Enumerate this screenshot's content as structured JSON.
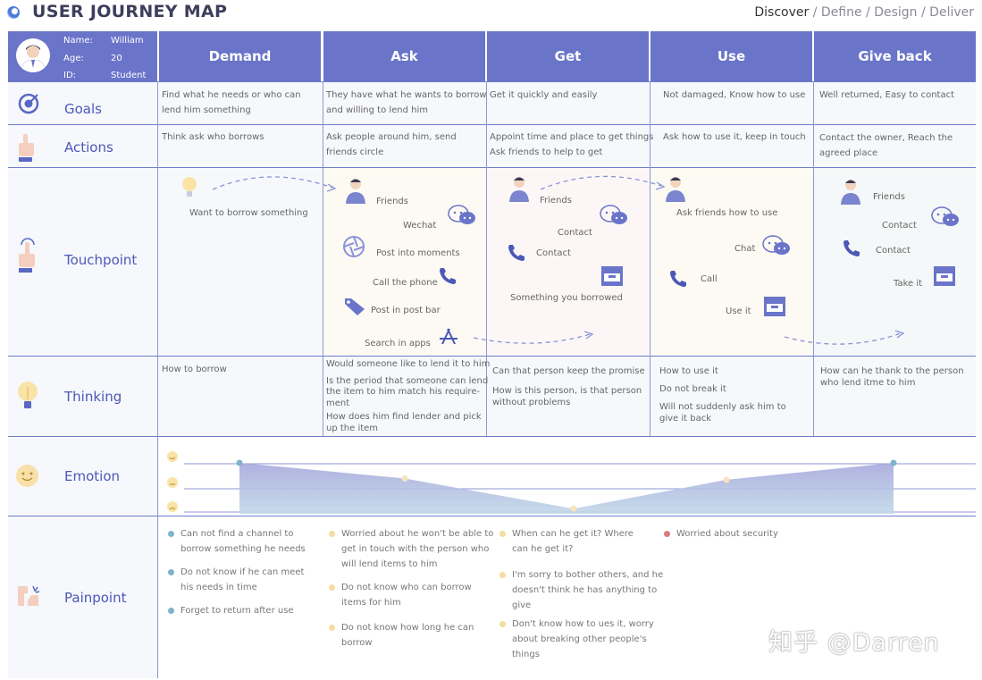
{
  "header": {
    "title": "USER JOURNEY MAP",
    "phases": [
      "Discover",
      "Define",
      "Design",
      "Deliver"
    ],
    "phase_sep": " / "
  },
  "profile": {
    "name_label": "Name:",
    "name": "William",
    "age_label": "Age:",
    "age": "20",
    "id_label": "ID:",
    "id": "Student"
  },
  "stages": [
    "Demand",
    "Ask",
    "Get",
    "Use",
    "Give back"
  ],
  "rows": {
    "goals": "Goals",
    "actions": "Actions",
    "touchpoint": "Touchpoint",
    "thinking": "Thinking",
    "emotion": "Emotion",
    "painpoint": "Painpoint"
  },
  "goals": [
    [
      "Find what he needs or who can",
      "lend him something"
    ],
    [
      "They have what he wants to borrow",
      "and willing to lend him"
    ],
    [
      "Get it quickly and easily"
    ],
    [
      "Not damaged, Know how to use"
    ],
    [
      "Well returned, Easy to contact"
    ]
  ],
  "actions": [
    [
      "Think ask who borrows"
    ],
    [
      "Ask people around him, send",
      "friends circle"
    ],
    [
      "Appoint time and place to get things",
      "Ask friends to help to get"
    ],
    [
      "Ask how to use it, keep in touch"
    ],
    [
      "Contact the owner, Reach the",
      "agreed place"
    ]
  ],
  "touchpoints": {
    "demand": [
      "Want to borrow something"
    ],
    "ask": [
      "Friends",
      "Wechat",
      "Post  into moments",
      "Call the phone",
      "Post in post bar",
      "Search in apps"
    ],
    "get": [
      "Friends",
      "Contact",
      "Contact",
      "Something you borrowed"
    ],
    "use": [
      "Ask friends how to use",
      "Chat",
      "Call",
      "Use it"
    ],
    "giveback": [
      "Friends",
      "Contact",
      "Contact",
      "Take it"
    ]
  },
  "thinking": [
    [
      "How to borrow"
    ],
    [
      "Would someone like to lend it to him",
      "Is the period that someone can lend",
      "the item to him match his require-",
      "ment",
      "How does him find lender and pick",
      "up the item"
    ],
    [
      "Can that person keep the promise",
      "How is this person, is that person",
      "without problems"
    ],
    [
      "How to use it",
      "Do not break it",
      "Will not suddenly ask him to",
      "give it back"
    ],
    [
      "How can he thank to the person",
      "who lend itme to him"
    ]
  ],
  "emotion": {
    "levels": [
      "happy",
      "neutral",
      "sad"
    ],
    "values": [
      1.0,
      0.35,
      -0.9,
      0.3,
      1.0
    ]
  },
  "painpoints": {
    "col1": [
      [
        "Can not find a channel to",
        "borrow something he needs"
      ],
      [
        "Do not know if he can meet",
        "his needs in time"
      ],
      [
        "Forget to return after use"
      ]
    ],
    "col2": [
      [
        "Worried about he won't be able to",
        "get in touch with the person who",
        "will lend items to him"
      ],
      [
        "Do not know who can borrow",
        "items for him"
      ],
      [
        "Do not know how long he can",
        "borrow"
      ]
    ],
    "col3": [
      [
        "When can he get it? Where",
        "can he get it?"
      ],
      [
        "I'm sorry to bother others, and he",
        "doesn't think he has anything to",
        "give"
      ],
      [
        "Don't know how to ues it, worry",
        "about breaking other people's",
        "things"
      ]
    ],
    "col4": [
      [
        "Worried about security"
      ]
    ]
  },
  "colors": {
    "header": "#6a74c9",
    "label": "#4b58b6",
    "pain_blue": "#7fb3c9",
    "pain_yellow": "#f5dca0",
    "pain_red": "#d97c7c"
  },
  "watermark": "知乎 @Darren"
}
